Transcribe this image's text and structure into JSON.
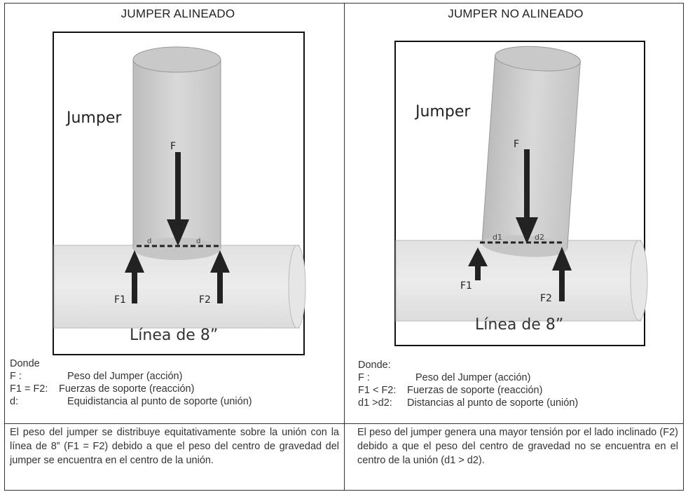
{
  "left": {
    "title": "JUMPER ALINEADO",
    "figure": {
      "jumper_label": "Jumper",
      "line_label": "Línea de 8”",
      "force_main": "F",
      "force_left": "F1",
      "force_right": "F2",
      "dist_left": "d",
      "dist_right": "d"
    },
    "legend": {
      "heading": "Donde",
      "rows": [
        {
          "key": "F :",
          "text": "Peso del Jumper (acción)"
        },
        {
          "key": "F1 = F2:",
          "text": "Fuerzas de soporte (reacción)"
        },
        {
          "key": "d:",
          "text": "Equidistancia al punto de soporte (unión)"
        }
      ]
    },
    "description": "El peso del jumper se distribuye equitativamente sobre la unión con la línea de 8” (F1 = F2) debido a que el peso del centro de gravedad del jumper se encuentra en el centro de la unión."
  },
  "right": {
    "title": "JUMPER NO ALINEADO",
    "figure": {
      "jumper_label": "Jumper",
      "line_label": "Línea de 8”",
      "force_main": "F",
      "force_left": "F1",
      "force_right": "F2",
      "dist_left": "d1",
      "dist_right": "d2"
    },
    "legend": {
      "heading": "Donde:",
      "rows": [
        {
          "key": "F :",
          "text": "Peso del Jumper (acción)"
        },
        {
          "key": "F1 < F2:",
          "text": "Fuerzas de soporte (reacción)"
        },
        {
          "key": "d1 >d2:",
          "text": "Distancias al punto de soporte (unión)"
        }
      ]
    },
    "description": "El peso del jumper genera una mayor tensión por el lado inclinado (F2) debido a que el peso del centro de gravedad no se encuentra en el centro de la unión (d1 > d2)."
  }
}
